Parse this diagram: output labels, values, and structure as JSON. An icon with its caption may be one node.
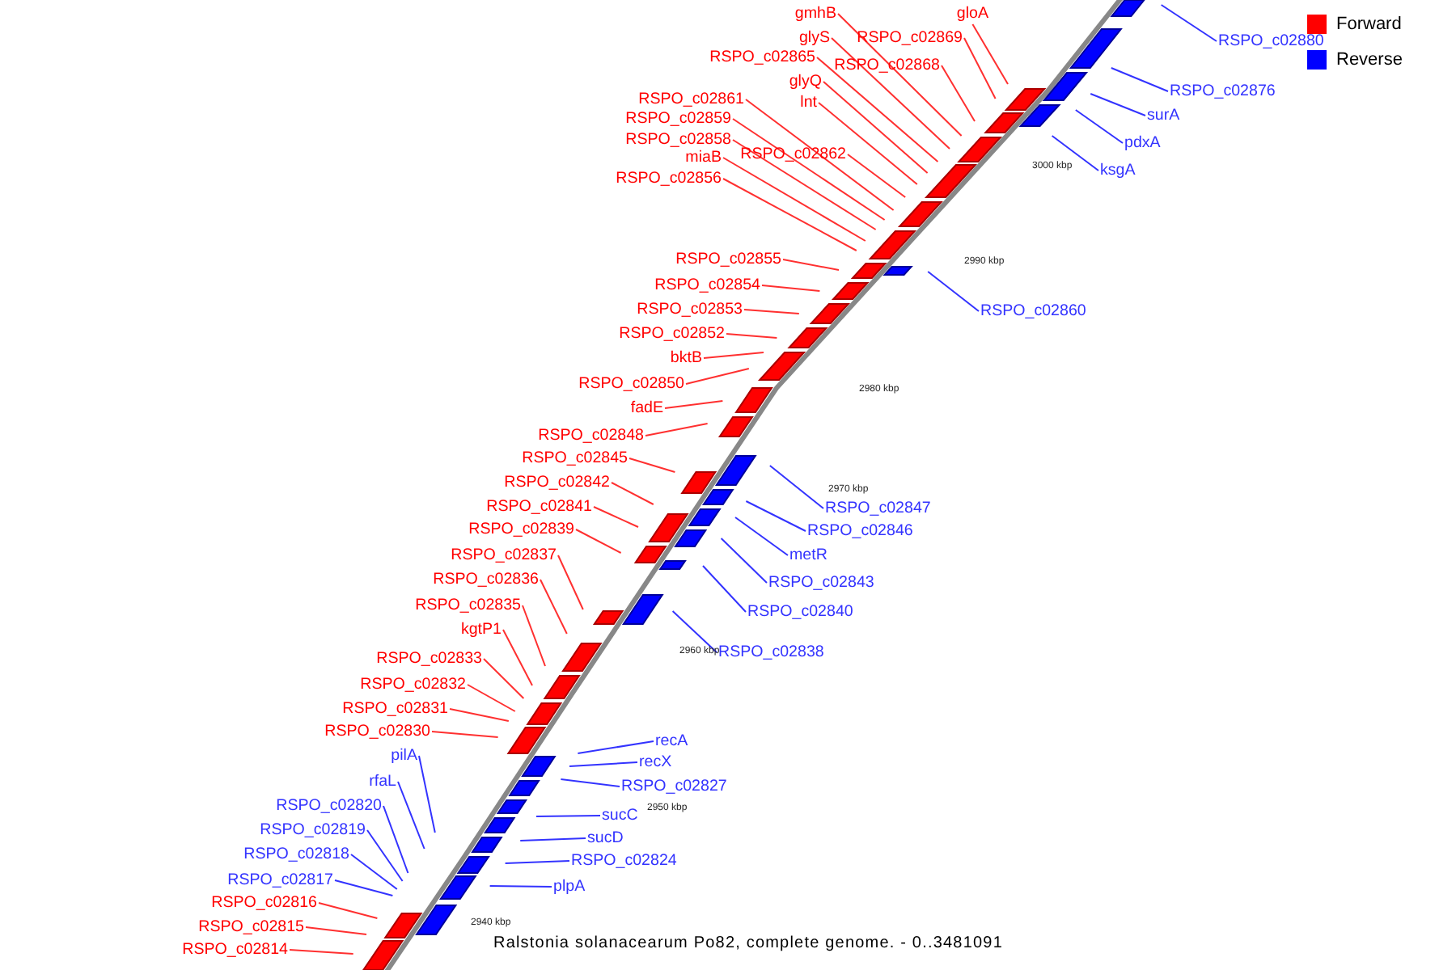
{
  "diagram": {
    "caption": "Ralstonia solanacearum Po82, complete genome. - 0..3481091",
    "nodes": [
      {
        "text": [
          "gmhB"
        ]
      },
      {
        "text": [
          "gloA"
        ]
      },
      {
        "text": [
          "RSPO_c02880"
        ]
      },
      {
        "text": [
          "glyS"
        ]
      },
      {
        "text": [
          "RSPO_c02869"
        ]
      },
      {
        "text": [
          "RSPO_c02865"
        ]
      },
      {
        "text": [
          "RSPO_c02868"
        ]
      },
      {
        "text": [
          "glyQ"
        ]
      },
      {
        "text": [
          "RSPO_c02876"
        ]
      },
      {
        "text": [
          "RSPO_c02861"
        ]
      },
      {
        "text": [
          "lnt"
        ]
      },
      {
        "text": [
          "surA"
        ]
      },
      {
        "text": [
          "RSPO_c02859"
        ]
      },
      {
        "text": [
          "RSPO_c02858"
        ]
      },
      {
        "text": [
          "pdxA"
        ]
      },
      {
        "text": [
          "RSPO_c02862"
        ]
      },
      {
        "text": [
          "miaB"
        ]
      },
      {
        "text": [
          "ksgA"
        ]
      },
      {
        "text": [
          "RSPO_c02856"
        ]
      },
      {
        "text": [
          "RSPO_c02855"
        ]
      },
      {
        "text": [
          "RSPO_c02854"
        ]
      },
      {
        "text": [
          "RSPO_c02853"
        ]
      },
      {
        "text": [
          "RSPO_c02860"
        ]
      },
      {
        "text": [
          "RSPO_c02852"
        ]
      },
      {
        "text": [
          "bktB"
        ]
      },
      {
        "text": [
          "RSPO_c02850"
        ]
      },
      {
        "text": [
          "fadE"
        ]
      },
      {
        "text": [
          "RSPO_c02848"
        ]
      },
      {
        "text": [
          "RSPO_c02845"
        ]
      },
      {
        "text": [
          "RSPO_c02842"
        ]
      },
      {
        "text": [
          "RSPO_c02841"
        ]
      },
      {
        "text": [
          "RSPO_c02847"
        ]
      },
      {
        "text": [
          "RSPO_c02839"
        ]
      },
      {
        "text": [
          "RSPO_c02846"
        ]
      },
      {
        "text": [
          "RSPO_c02837"
        ]
      },
      {
        "text": [
          "metR"
        ]
      },
      {
        "text": [
          "RSPO_c02836"
        ]
      },
      {
        "text": [
          "RSPO_c02843"
        ]
      },
      {
        "text": [
          "RSPO_c02835"
        ]
      },
      {
        "text": [
          "RSPO_c02840"
        ]
      },
      {
        "text": [
          "kgtP1"
        ]
      },
      {
        "text": [
          "RSPO_c02838"
        ]
      },
      {
        "text": [
          "RSPO_c02833"
        ]
      },
      {
        "text": [
          "RSPO_c02832"
        ]
      },
      {
        "text": [
          "RSPO_c02831"
        ]
      },
      {
        "text": [
          "RSPO_c02830"
        ]
      },
      {
        "text": [
          "recA"
        ]
      },
      {
        "text": [
          "pilA"
        ]
      },
      {
        "text": [
          "recX"
        ]
      },
      {
        "text": [
          "rfaL"
        ]
      },
      {
        "text": [
          "RSPO_c02827"
        ]
      },
      {
        "text": [
          "RSPO_c02820"
        ]
      },
      {
        "text": [
          "sucC"
        ]
      },
      {
        "text": [
          "RSPO_c02819"
        ]
      },
      {
        "text": [
          "sucD"
        ]
      },
      {
        "text": [
          "RSPO_c02818"
        ]
      },
      {
        "text": [
          "RSPO_c02824"
        ]
      },
      {
        "text": [
          "RSPO_c02817"
        ]
      },
      {
        "text": [
          "plpA"
        ]
      },
      {
        "text": [
          "RSPO_c02816"
        ]
      },
      {
        "text": [
          "RSPO_c02815"
        ]
      },
      {
        "text": [
          "RSPO_c02814"
        ]
      }
    ],
    "edges": [
      {
        "from": 0,
        "to": null,
        "arrow": "none"
      },
      {
        "from": 1,
        "to": null,
        "arrow": "none"
      },
      {
        "from": 2,
        "to": null,
        "arrow": "none",
        "color": "#3333ff"
      },
      {
        "from": 3,
        "to": null,
        "arrow": "none"
      },
      {
        "from": 4,
        "to": null,
        "arrow": "none"
      },
      {
        "from": 5,
        "to": null,
        "arrow": "none"
      },
      {
        "from": 6,
        "to": null,
        "arrow": "none"
      },
      {
        "from": 7,
        "to": null,
        "arrow": "none"
      },
      {
        "from": 8,
        "to": null,
        "arrow": "none",
        "color": "#3333ff"
      },
      {
        "from": 9,
        "to": null,
        "arrow": "none"
      },
      {
        "from": 10,
        "to": null,
        "arrow": "none"
      },
      {
        "from": 11,
        "to": null,
        "arrow": "none",
        "color": "#3333ff"
      },
      {
        "from": 12,
        "to": null,
        "arrow": "none"
      },
      {
        "from": 13,
        "to": null,
        "arrow": "none"
      },
      {
        "from": 14,
        "to": null,
        "arrow": "none",
        "color": "#3333ff"
      },
      {
        "from": 15,
        "to": null,
        "arrow": "none"
      },
      {
        "from": 16,
        "to": null,
        "arrow": "none"
      },
      {
        "from": 17,
        "to": null,
        "arrow": "none",
        "color": "#3333ff"
      },
      {
        "from": 18,
        "to": null,
        "arrow": "none"
      },
      {
        "from": 19,
        "to": null,
        "arrow": "none"
      },
      {
        "from": 20,
        "to": null,
        "arrow": "none"
      },
      {
        "from": 21,
        "to": null,
        "arrow": "none"
      },
      {
        "from": 22,
        "to": null,
        "arrow": "none",
        "color": "#3333ff"
      },
      {
        "from": 23,
        "to": null,
        "arrow": "none"
      },
      {
        "from": 24,
        "to": null,
        "arrow": "none"
      },
      {
        "from": 25,
        "to": null,
        "arrow": "none"
      },
      {
        "from": 26,
        "to": null,
        "arrow": "none"
      },
      {
        "from": 27,
        "to": null,
        "arrow": "none"
      },
      {
        "from": 28,
        "to": null,
        "arrow": "none"
      },
      {
        "from": 29,
        "to": null,
        "arrow": "none"
      },
      {
        "from": 30,
        "to": null,
        "arrow": "none"
      },
      {
        "from": 31,
        "to": null,
        "arrow": "none",
        "color": "#3333ff"
      },
      {
        "from": 32,
        "to": null,
        "arrow": "none"
      },
      {
        "from": 33,
        "to": null,
        "arrow": "none",
        "color": "#3333ff"
      },
      {
        "from": 34,
        "to": null,
        "arrow": "none"
      },
      {
        "from": 35,
        "to": null,
        "arrow": "none",
        "color": "#3333ff"
      },
      {
        "from": 36,
        "to": null,
        "arrow": "none"
      },
      {
        "from": 37,
        "to": null,
        "arrow": "none",
        "color": "#3333ff"
      },
      {
        "from": 38,
        "to": null,
        "arrow": "none"
      },
      {
        "from": 39,
        "to": null,
        "arrow": "none",
        "color": "#3333ff"
      },
      {
        "from": 40,
        "to": null,
        "arrow": "none"
      },
      {
        "from": 41,
        "to": null,
        "arrow": "none",
        "color": "#3333ff"
      },
      {
        "from": 42,
        "to": null,
        "arrow": "none"
      },
      {
        "from": 43,
        "to": null,
        "arrow": "none"
      },
      {
        "from": 44,
        "to": null,
        "arrow": "none"
      },
      {
        "from": 45,
        "to": null,
        "arrow": "none"
      },
      {
        "from": 46,
        "to": null,
        "arrow": "none",
        "color": "#3333ff"
      },
      {
        "from": 47,
        "to": null,
        "arrow": "none",
        "color": "#3333ff"
      },
      {
        "from": 48,
        "to": null,
        "arrow": "none",
        "color": "#3333ff"
      },
      {
        "from": 49,
        "to": null,
        "arrow": "none",
        "color": "#3333ff"
      },
      {
        "from": 50,
        "to": null,
        "arrow": "none",
        "color": "#3333ff"
      },
      {
        "from": 51,
        "to": null,
        "arrow": "none",
        "color": "#3333ff"
      },
      {
        "from": 52,
        "to": null,
        "arrow": "none",
        "color": "#3333ff"
      },
      {
        "from": 53,
        "to": null,
        "arrow": "none",
        "color": "#3333ff"
      },
      {
        "from": 54,
        "to": null,
        "arrow": "none",
        "color": "#3333ff"
      },
      {
        "from": 55,
        "to": null,
        "arrow": "none",
        "color": "#3333ff"
      },
      {
        "from": 56,
        "to": null,
        "arrow": "none",
        "color": "#3333ff"
      },
      {
        "from": 57,
        "to": null,
        "arrow": "none",
        "color": "#3333ff"
      },
      {
        "from": 58,
        "to": null,
        "arrow": "none",
        "color": "#3333ff"
      },
      {
        "from": 59,
        "to": null,
        "arrow": "none"
      },
      {
        "from": 60,
        "to": null,
        "arrow": "none"
      },
      {
        "from": 61,
        "to": null,
        "arrow": "none"
      }
    ],
    "labels": [
      "3000 kbp",
      "2990 kbp",
      "2980 kbp",
      "2970 kbp",
      "2960 kbp",
      "2950 kbp",
      "2940 kbp"
    ],
    "legend": [
      {
        "text": "Forward",
        "color": "#ff0000"
      },
      {
        "text": "Reverse",
        "color": "#0000ff"
      }
    ]
  }
}
